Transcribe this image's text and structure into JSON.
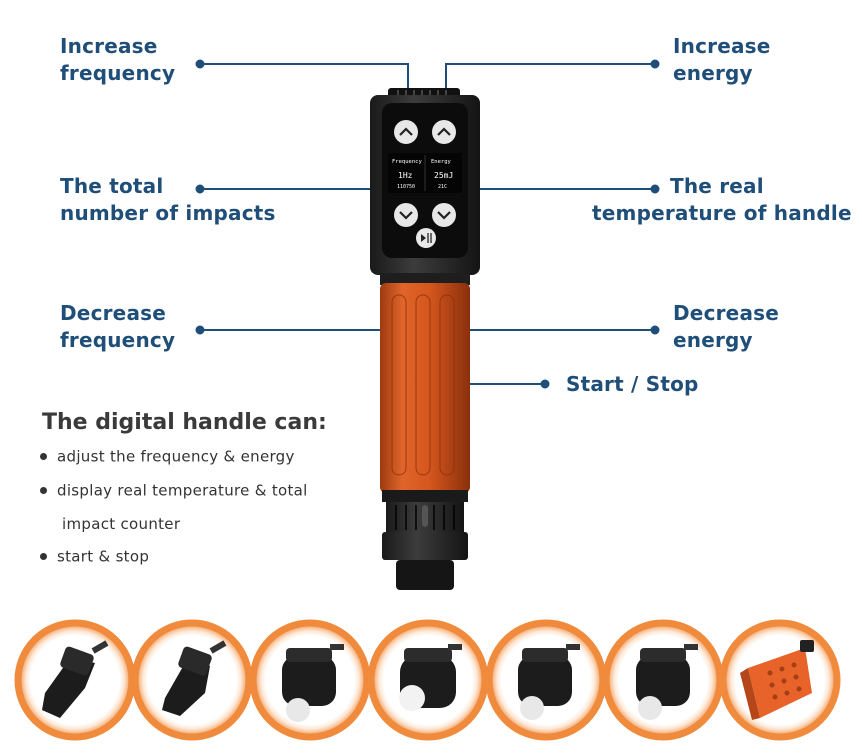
{
  "callouts": {
    "increase_frequency": [
      "Increase",
      "frequency"
    ],
    "increase_energy": [
      "Increase",
      "energy"
    ],
    "total_impacts": [
      "The total",
      "number of impacts"
    ],
    "real_temperature": [
      "The real",
      "temperature of handle"
    ],
    "decrease_frequency": [
      "Decrease",
      "frequency"
    ],
    "decrease_energy": [
      "Decrease",
      "energy"
    ],
    "start_stop": [
      "Start / Stop"
    ]
  },
  "display": {
    "freq_header": "Frequency",
    "energy_header": "Energy",
    "freq_value": "1Hz",
    "energy_value": "25mJ",
    "impacts_value": "110750",
    "temp_value": "21C"
  },
  "features": {
    "title": "The digital handle can:",
    "items": [
      [
        "adjust the frequency & energy"
      ],
      [
        "display real temperature & total",
        "impact counter"
      ],
      [
        "start & stop"
      ]
    ]
  },
  "colors": {
    "accent": "#1f4e79",
    "handle_orange": "#d5561e",
    "head_ring": "#f08a3c"
  },
  "icons": [
    "chevron-up-icon",
    "chevron-down-icon",
    "play-pause-icon"
  ]
}
